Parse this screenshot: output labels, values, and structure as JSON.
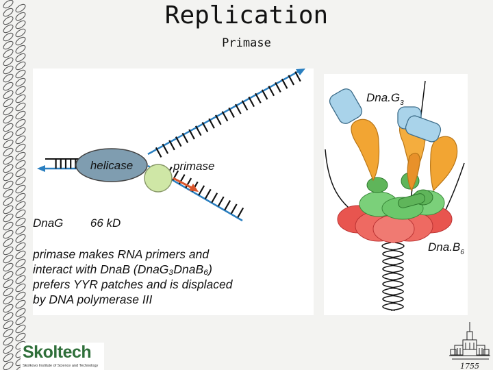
{
  "slide": {
    "title": "Replication",
    "subtitle": "Primase"
  },
  "diagram_left": {
    "helicase_label": "helicase",
    "primase_label": "primase"
  },
  "protein": {
    "name": "DnaG",
    "mass": "66 kD"
  },
  "description": {
    "lines": [
      "primase makes RNA primers and",
      "interact with DnaB (DnaG₃DnaB₆)",
      "prefers YYR patches and is displaced",
      "by DNA polymerase III"
    ]
  },
  "diagram_right": {
    "dnag_label": "Dna.G",
    "dnag_sub": "3",
    "dnab_label": "Dna.B",
    "dnab_sub": "6"
  },
  "logo": {
    "name": "Skoltech",
    "tagline": "Skolkovo Institute of Science and Technology"
  },
  "emblem": {
    "year": "1755"
  },
  "colors": {
    "strand_blue": "#2a7fc0",
    "helicase": "#7f9db0",
    "primase": "#cfe7a6",
    "rna_primer": "#d9552b",
    "dnag_blue": "#a9d3ea",
    "orange": "#f2a533",
    "green": "#5fb55a",
    "red": "#e8554f",
    "skoltech_green": "#2f6f3a"
  }
}
